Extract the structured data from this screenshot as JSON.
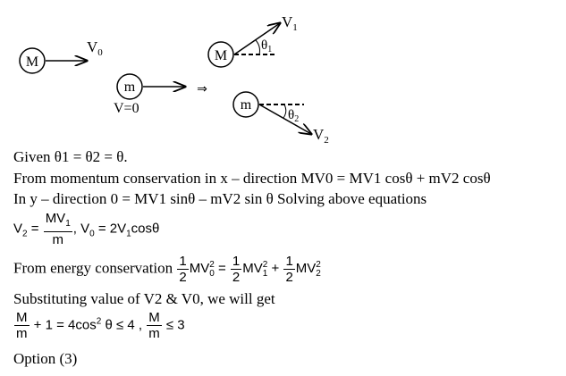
{
  "diagram": {
    "before": {
      "body_M": "M",
      "v0_label": "V",
      "v0_sub": "0",
      "body_m": "m",
      "m_velocity": "V=0"
    },
    "arrow_sign": "⇒",
    "after": {
      "body_M": "M",
      "v1_label": "V",
      "v1_sub": "1",
      "theta1_label": "θ",
      "theta1_sub": "1",
      "body_m": "m",
      "theta2_label": "θ",
      "theta2_sub": "2",
      "v2_label": "V",
      "v2_sub": "2"
    }
  },
  "text": {
    "line1": "Given θ1 = θ2 = θ.",
    "line2": "From momentum conservation in x – direction MV0 = MV1 cosθ + mV2 cosθ",
    "line3": "In y – direction 0 = MV1 sinθ – mV2 sin θ Solving above equations",
    "eq1": {
      "lhs": "V",
      "lhs_sub": "2",
      "eq": " = ",
      "num": "MV",
      "num_sub": "1",
      "den": "m",
      "rest_a": ", V",
      "rest_a_sub": "0",
      "rest_b": " = 2V",
      "rest_b_sub": "1",
      "rest_c": "cosθ"
    },
    "line5_prefix": "From energy conservation ",
    "eq2": {
      "half": "1",
      "two": "2",
      "t1": "MV",
      "t1_sub": "0",
      "t1_sup": "2",
      "eq": " = ",
      "t2": "MV",
      "t2_sub": "1",
      "t2_sup": "2",
      "plus": " + ",
      "t3": "MV",
      "t3_sub": "2",
      "t3_sup": "2"
    },
    "line6": "Substituting value of V2 & V0, we will get",
    "eq3": {
      "num": "M",
      "den": "m",
      "part1": " + 1 = 4cos",
      "sup": "2",
      "part2": " θ ≤ 4 , ",
      "part3": " ≤ 3"
    },
    "line8": "Option (3)"
  }
}
